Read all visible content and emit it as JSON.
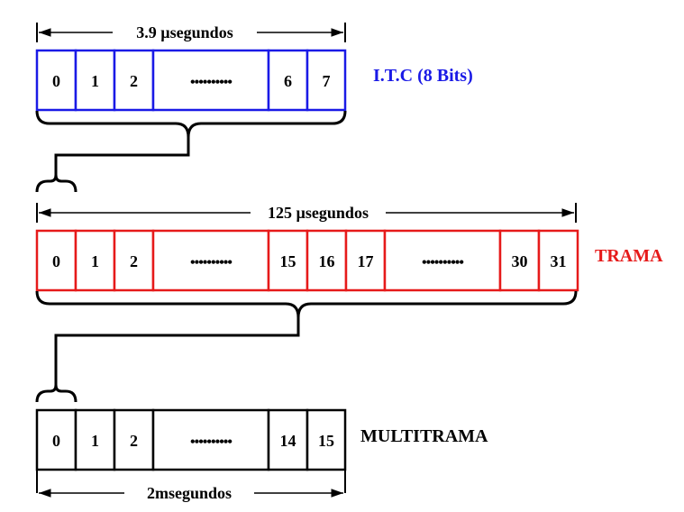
{
  "itc": {
    "duration": "3.9 µsegundos",
    "label": "I.T.C (8 Bits)",
    "color": "#1a1ae6",
    "cells": [
      "0",
      "1",
      "2",
      "••••••••••",
      "6",
      "7"
    ]
  },
  "trama": {
    "duration": "125 µsegundos",
    "label": "TRAMA",
    "color": "#e61a1a",
    "cells": [
      "0",
      "1",
      "2",
      "••••••••••",
      "15",
      "16",
      "17",
      "••••••••••",
      "30",
      "31"
    ]
  },
  "multitrama": {
    "duration": "2msegundos",
    "label": "MULTITRAMA",
    "color": "#000000",
    "cells": [
      "0",
      "1",
      "2",
      "••••••••••",
      "14",
      "15"
    ]
  }
}
